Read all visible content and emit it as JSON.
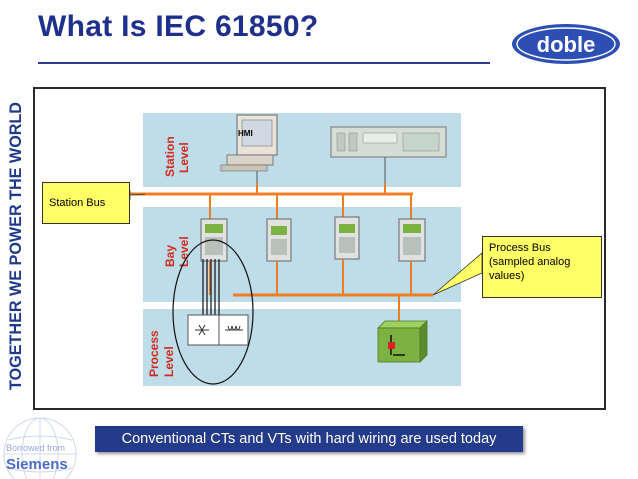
{
  "title": "What Is IEC 61850?",
  "logo": {
    "text": "doble",
    "color": "#2d4fb4"
  },
  "slogan": "TOGETHER WE POWER THE WORLD",
  "levels": {
    "station": "Station Level",
    "bay": "Bay Level",
    "process": "Process Level"
  },
  "level_labels": {
    "station_1": "Station",
    "station_2": "Level",
    "bay_1": "Bay",
    "bay_2": "Level",
    "process_1": "Process",
    "process_2": "Level"
  },
  "hmi_label": "HMI",
  "callouts": {
    "station_bus": "Station Bus",
    "process_bus_line1": "Process Bus",
    "process_bus_line2": "(sampled analog",
    "process_bus_line3": "values)"
  },
  "banner": "Conventional CTs and VTs with hard wiring are used today",
  "credit": {
    "borrowed": "Borrowed from",
    "company": "Siemens"
  },
  "colors": {
    "title": "#1f2f8c",
    "level_band": "#bfdce9",
    "bus_orange": "#f07d24",
    "level_text": "#d12a1e",
    "callout_fill": "#ffff66",
    "banner": "#243a8a",
    "merging_unit": "#7bb241"
  },
  "icons": [
    "hmi-computer-icon",
    "scada-rack-icon",
    "protection-relay-icon",
    "ct-vt-icon",
    "merging-unit-icon",
    "globe-icon"
  ]
}
